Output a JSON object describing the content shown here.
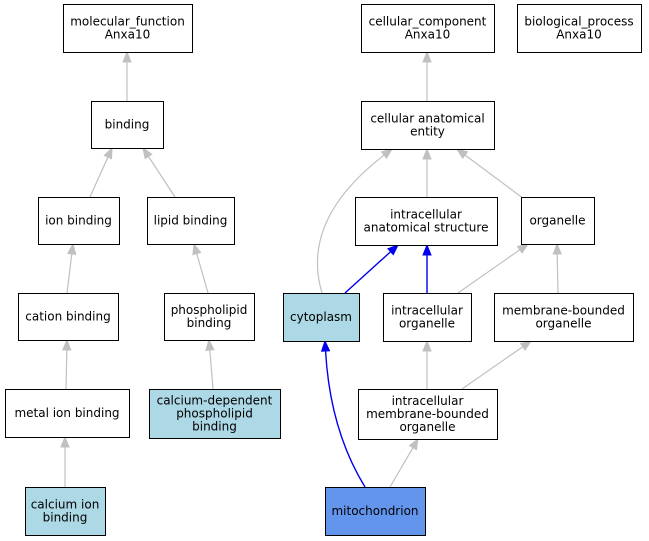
{
  "colors": {
    "plain_fill": "#ffffff",
    "highlight_fill": "#add8e6",
    "focus_fill": "#6495ed",
    "edge_gray": "#c0c0c0",
    "edge_blue": "#0000ee"
  },
  "nodes": {
    "molecular_function": {
      "lines": [
        "molecular_function",
        "Anxa10"
      ],
      "style": "plain"
    },
    "binding": {
      "lines": [
        "binding"
      ],
      "style": "plain"
    },
    "ion_binding": {
      "lines": [
        "ion binding"
      ],
      "style": "plain"
    },
    "lipid_binding": {
      "lines": [
        "lipid binding"
      ],
      "style": "plain"
    },
    "cation_binding": {
      "lines": [
        "cation binding"
      ],
      "style": "plain"
    },
    "phospholipid_binding": {
      "lines": [
        "phospholipid",
        "binding"
      ],
      "style": "plain"
    },
    "metal_ion_binding": {
      "lines": [
        "metal ion binding"
      ],
      "style": "plain"
    },
    "calcium_dependent_phospholipid_binding": {
      "lines": [
        "calcium-dependent",
        "phospholipid",
        "binding"
      ],
      "style": "highlight"
    },
    "calcium_ion_binding": {
      "lines": [
        "calcium ion",
        "binding"
      ],
      "style": "highlight"
    },
    "cellular_component": {
      "lines": [
        "cellular_component",
        "Anxa10"
      ],
      "style": "plain"
    },
    "biological_process": {
      "lines": [
        "biological_process",
        "Anxa10"
      ],
      "style": "plain"
    },
    "cellular_anatomical_entity": {
      "lines": [
        "cellular anatomical",
        "entity"
      ],
      "style": "plain"
    },
    "intracellular_anatomical_structure": {
      "lines": [
        "intracellular",
        "anatomical structure"
      ],
      "style": "plain"
    },
    "organelle": {
      "lines": [
        "organelle"
      ],
      "style": "plain"
    },
    "cytoplasm": {
      "lines": [
        "cytoplasm"
      ],
      "style": "highlight"
    },
    "intracellular_organelle": {
      "lines": [
        "intracellular",
        "organelle"
      ],
      "style": "plain"
    },
    "membrane_bounded_organelle": {
      "lines": [
        "membrane-bounded",
        "organelle"
      ],
      "style": "plain"
    },
    "intracellular_membrane_bounded_organelle": {
      "lines": [
        "intracellular",
        "membrane-bounded",
        "organelle"
      ],
      "style": "plain"
    },
    "mitochondrion": {
      "lines": [
        "mitochondrion"
      ],
      "style": "focus"
    }
  },
  "edges": [
    {
      "from": "binding",
      "to": "molecular_function",
      "color": "gray"
    },
    {
      "from": "ion_binding",
      "to": "binding",
      "color": "gray"
    },
    {
      "from": "lipid_binding",
      "to": "binding",
      "color": "gray"
    },
    {
      "from": "cation_binding",
      "to": "ion_binding",
      "color": "gray"
    },
    {
      "from": "phospholipid_binding",
      "to": "lipid_binding",
      "color": "gray"
    },
    {
      "from": "metal_ion_binding",
      "to": "cation_binding",
      "color": "gray"
    },
    {
      "from": "calcium_dependent_phospholipid_binding",
      "to": "phospholipid_binding",
      "color": "gray"
    },
    {
      "from": "calcium_ion_binding",
      "to": "metal_ion_binding",
      "color": "gray"
    },
    {
      "from": "cellular_anatomical_entity",
      "to": "cellular_component",
      "color": "gray"
    },
    {
      "from": "intracellular_anatomical_structure",
      "to": "cellular_anatomical_entity",
      "color": "gray"
    },
    {
      "from": "organelle",
      "to": "cellular_anatomical_entity",
      "color": "gray"
    },
    {
      "from": "cytoplasm",
      "to": "cellular_anatomical_entity",
      "color": "gray"
    },
    {
      "from": "cytoplasm",
      "to": "intracellular_anatomical_structure",
      "color": "blue"
    },
    {
      "from": "intracellular_organelle",
      "to": "intracellular_anatomical_structure",
      "color": "blue"
    },
    {
      "from": "intracellular_organelle",
      "to": "organelle",
      "color": "gray"
    },
    {
      "from": "membrane_bounded_organelle",
      "to": "organelle",
      "color": "gray"
    },
    {
      "from": "intracellular_membrane_bounded_organelle",
      "to": "intracellular_organelle",
      "color": "gray"
    },
    {
      "from": "intracellular_membrane_bounded_organelle",
      "to": "membrane_bounded_organelle",
      "color": "gray"
    },
    {
      "from": "mitochondrion",
      "to": "cytoplasm",
      "color": "blue"
    },
    {
      "from": "mitochondrion",
      "to": "intracellular_membrane_bounded_organelle",
      "color": "gray"
    }
  ]
}
